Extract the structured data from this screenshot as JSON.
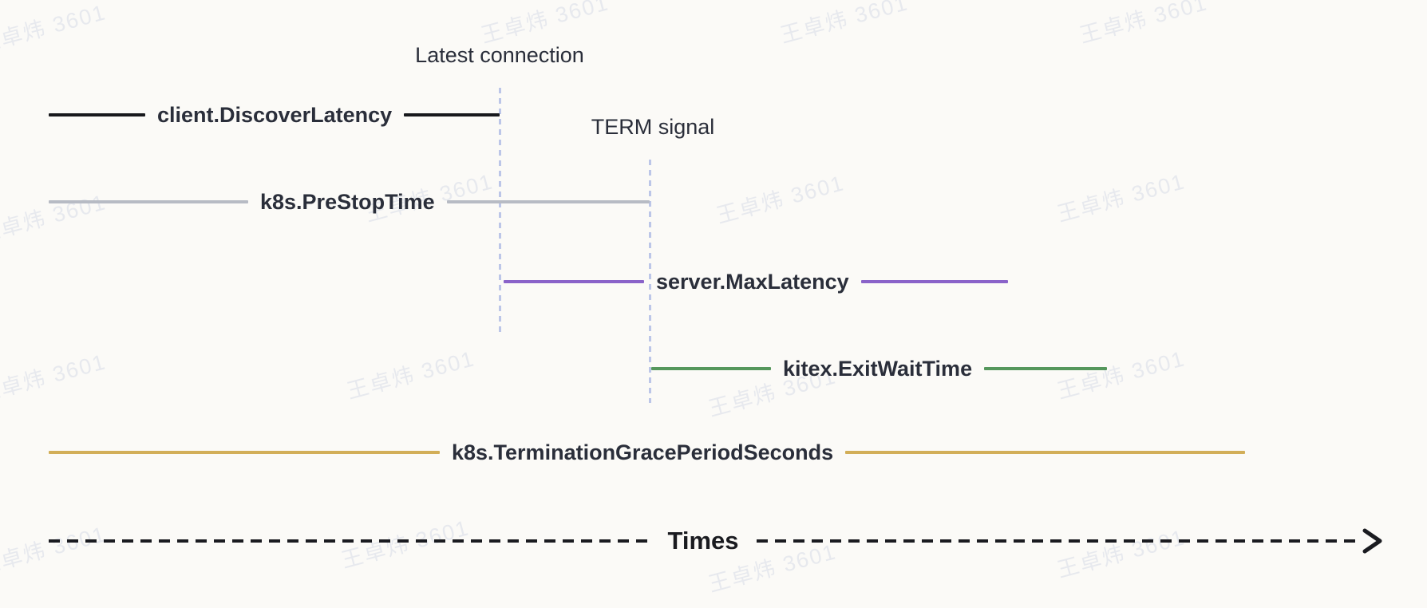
{
  "watermark": {
    "text": "王卓炜 3601"
  },
  "markers": {
    "latest_connection": "Latest connection",
    "term_signal": "TERM signal"
  },
  "timelines": [
    {
      "label": "client.DiscoverLatency",
      "color": "#17181c"
    },
    {
      "label": "k8s.PreStopTime",
      "color": "#b7bbc4"
    },
    {
      "label": "server.MaxLatency",
      "color": "#8a63c9"
    },
    {
      "label": "kitex.ExitWaitTime",
      "color": "#55975c"
    },
    {
      "label": "k8s.TerminationGracePeriodSeconds",
      "color": "#d2ae58"
    }
  ],
  "axis": {
    "label": "Times"
  },
  "colors": {
    "background": "#fbfaf7",
    "text": "#2a2e3a",
    "marker_line": "#bcc6e8",
    "axis": "#1a1b20",
    "watermark": "#e7e9ee"
  }
}
